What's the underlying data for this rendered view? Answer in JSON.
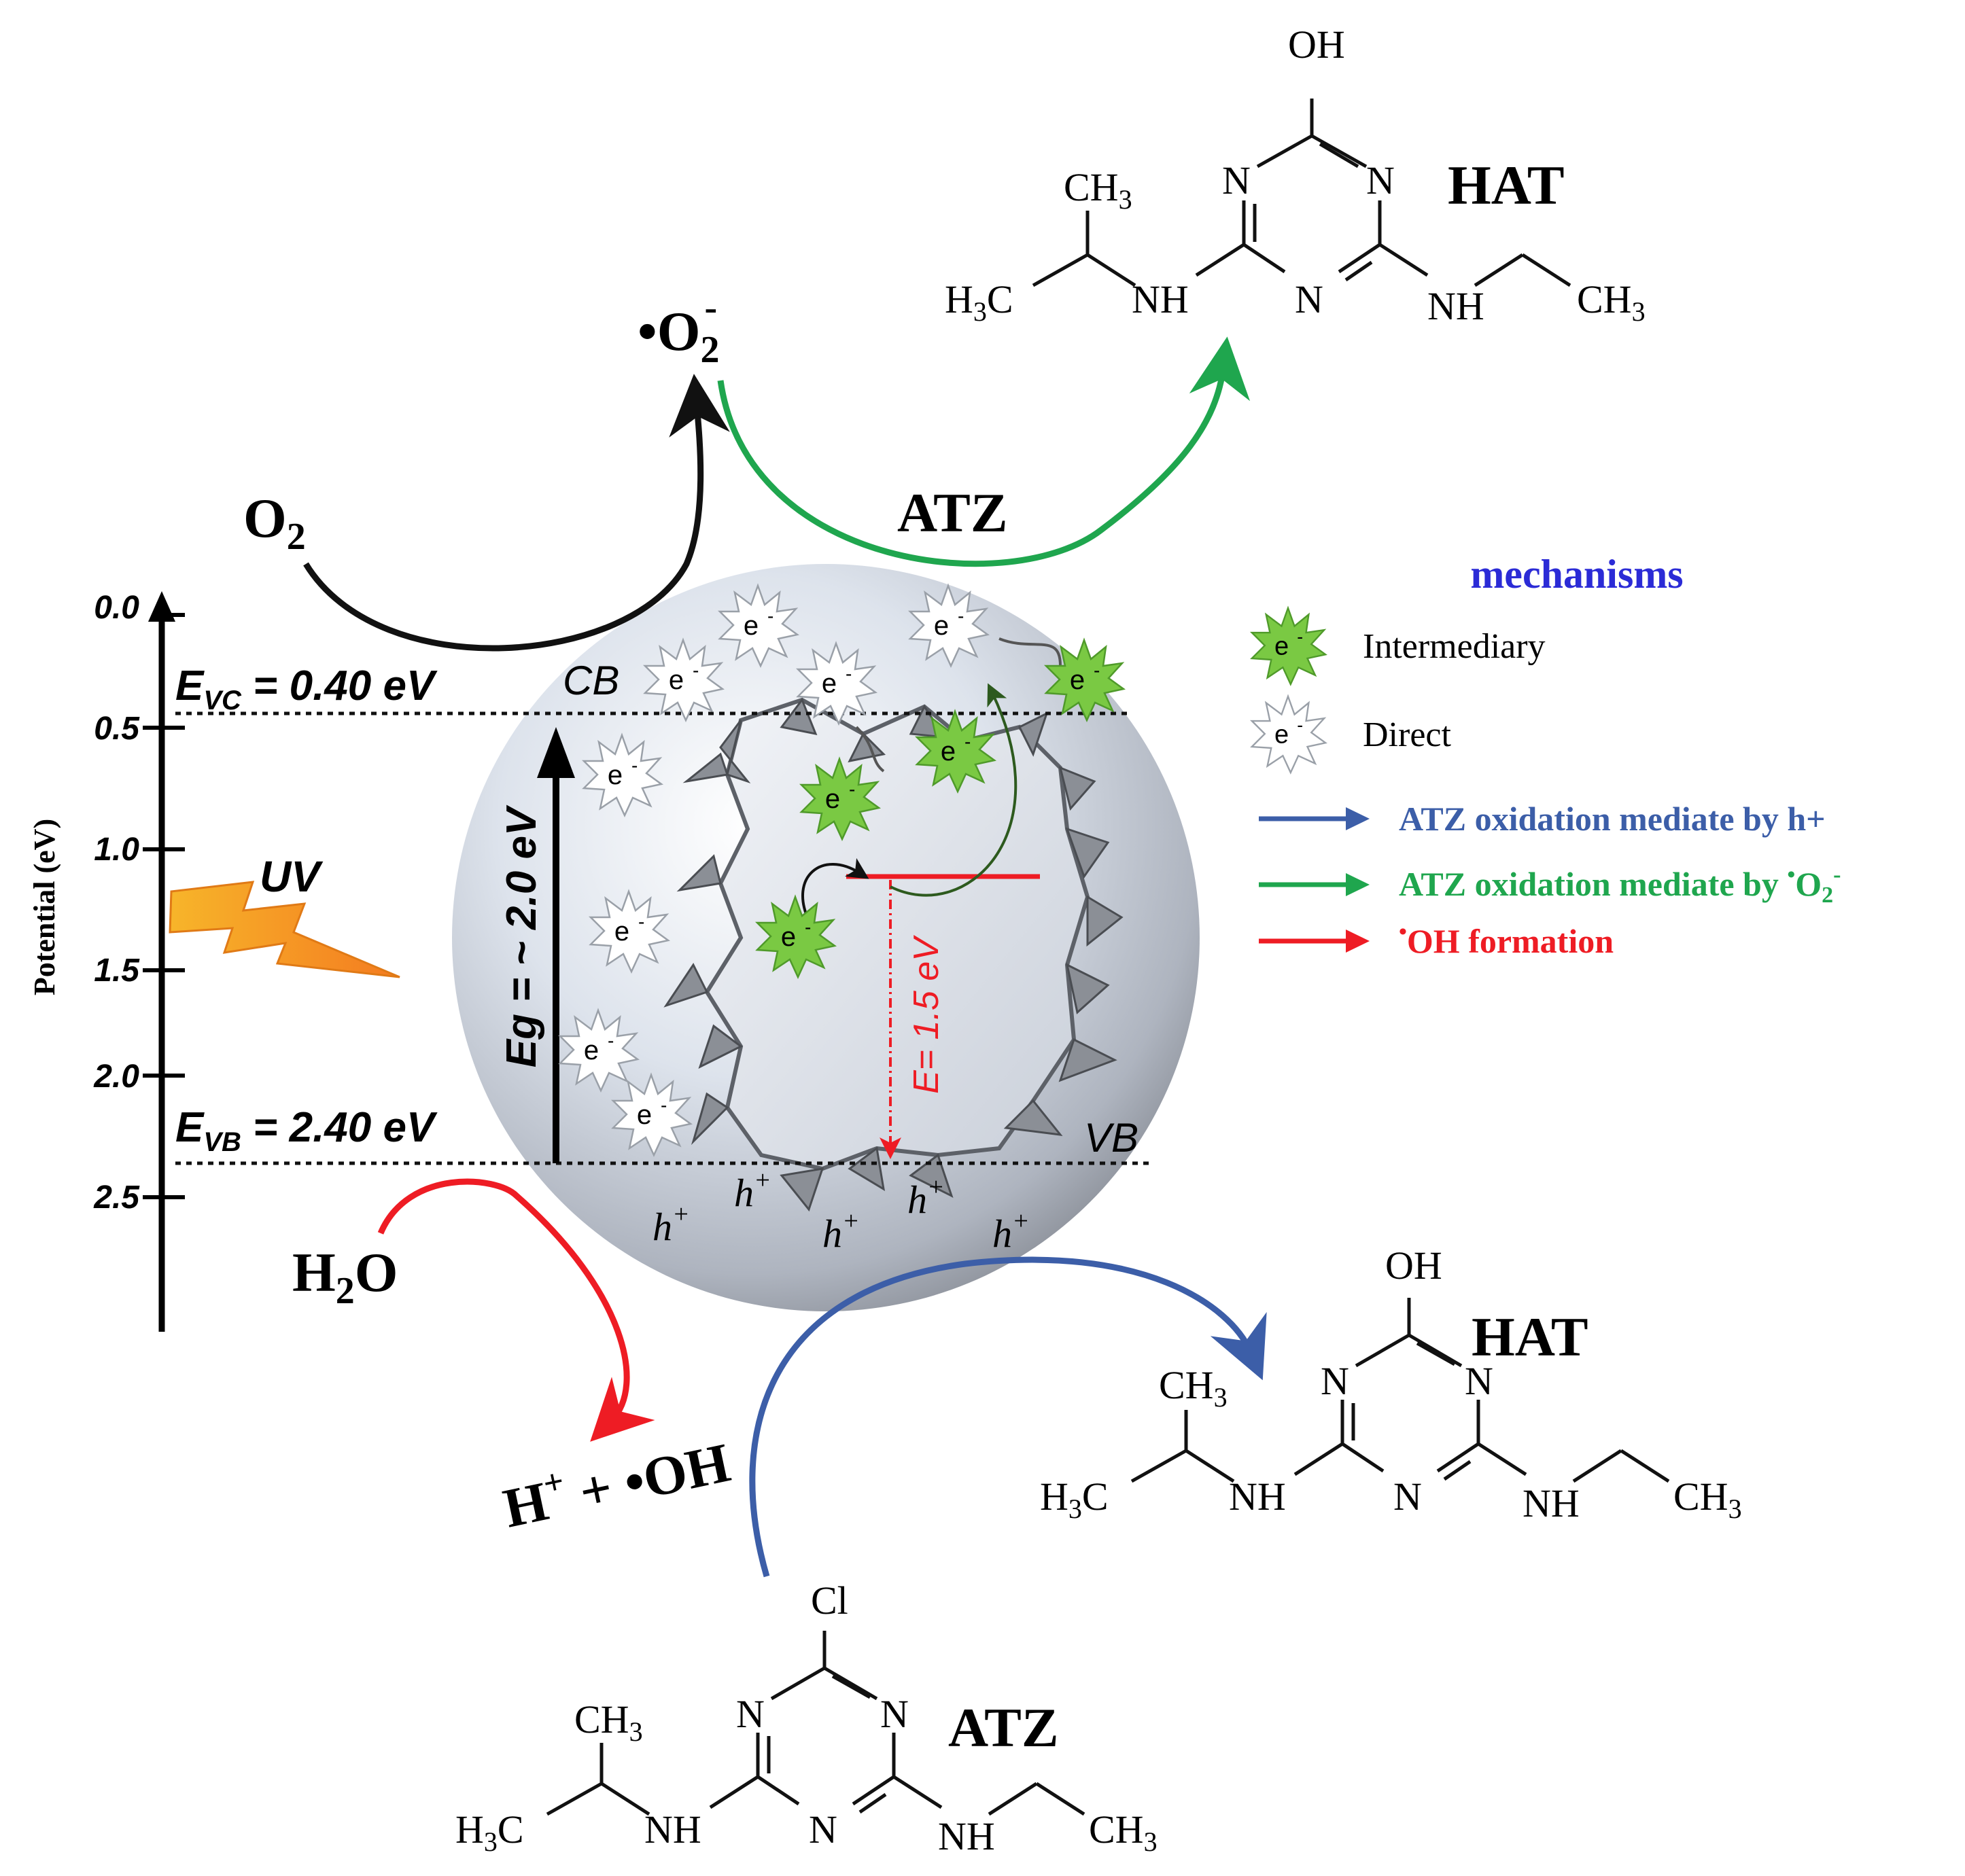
{
  "axis": {
    "label": "Potential (eV)",
    "ticks": [
      "0.0",
      "0.5",
      "1.0",
      "1.5",
      "2.0",
      "2.5"
    ]
  },
  "levels": {
    "cb_prefix": "E",
    "cb_sub": "VC",
    "cb_value": " = 0.40 eV",
    "vb_prefix": "E",
    "vb_sub": "VB",
    "vb_value": " = 2.40 eV",
    "cb_label": "CB",
    "vb_label": "VB",
    "bandgap": "Eg = ~ 2.0 eV",
    "intermediate_gap_prefix": "E",
    "intermediate_gap": "= 1.5 eV"
  },
  "uv_label": "UV",
  "species": {
    "o2": "O",
    "o2_sub": "2",
    "superoxide": "•O",
    "superoxide_sub": "2",
    "superoxide_sup": "-",
    "water_h": "H",
    "water_sub": "2",
    "water_o": "O",
    "hydroxyl_h": "H",
    "hydroxyl_sup": "+",
    "hydroxyl_rest": " + •OH",
    "atz_arrow_label": "ATZ",
    "electron": "e",
    "electron_sup": "-",
    "hole": "h",
    "hole_sup": "+"
  },
  "molecules": {
    "hat_top_name": "HAT",
    "hat_bottom_name": "HAT",
    "atz_name": "ATZ",
    "oh": "OH",
    "cl": "Cl",
    "n": "N",
    "nh": "NH",
    "ch3": "CH",
    "h3c": "H",
    "sub3": "3",
    "c_letter": "C"
  },
  "legend": {
    "title": "mechanisms",
    "intermediary": "Intermediary",
    "direct": "Direct",
    "blue_label": "ATZ oxidation mediate by h+",
    "green_label_pre": "ATZ oxidation mediate by ",
    "green_label_sup": "•",
    "green_label_o": "O",
    "green_label_sub": "2",
    "green_label_minus": "-",
    "red_label_sup": "•",
    "red_label": "OH formation"
  },
  "colors": {
    "blue": "#3c5ea8",
    "green": "#1fa64e",
    "red": "#ee1c24",
    "title_blue": "#2b2bd6",
    "star_green": "#7ac943",
    "uv": "#f7941d"
  }
}
